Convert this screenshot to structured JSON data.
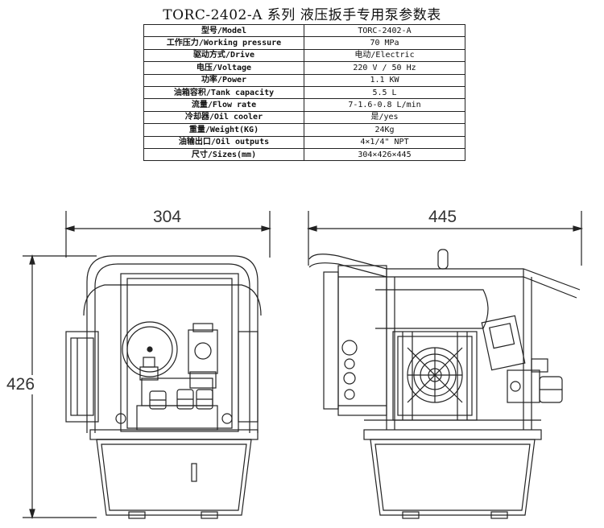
{
  "title": "TORC-2402-A 系列 液压扳手专用泵参数表",
  "spec_table": [
    {
      "label": "型号/Model",
      "value": "TORC-2402-A"
    },
    {
      "label": "工作压力/Working pressure",
      "value": "70 MPa"
    },
    {
      "label": "驱动方式/Drive",
      "value": "电动/Electric"
    },
    {
      "label": "电压/Voltage",
      "value": "220 V / 50 Hz"
    },
    {
      "label": "功率/Power",
      "value": "1.1 KW"
    },
    {
      "label": "油箱容积/Tank capacity",
      "value": "5.5 L"
    },
    {
      "label": "流量/Flow rate",
      "value": "7-1.6-0.8 L/min"
    },
    {
      "label": "冷却器/Oil cooler",
      "value": "是/yes"
    },
    {
      "label": "重量/Weight(KG)",
      "value": "24Kg"
    },
    {
      "label": "油输出口/Oil outputs",
      "value": "4×1/4\" NPT"
    },
    {
      "label": "尺寸/Sizes(mm)",
      "value": "304×426×445"
    }
  ],
  "dimensions": {
    "width": "304",
    "height": "426",
    "depth": "445"
  }
}
